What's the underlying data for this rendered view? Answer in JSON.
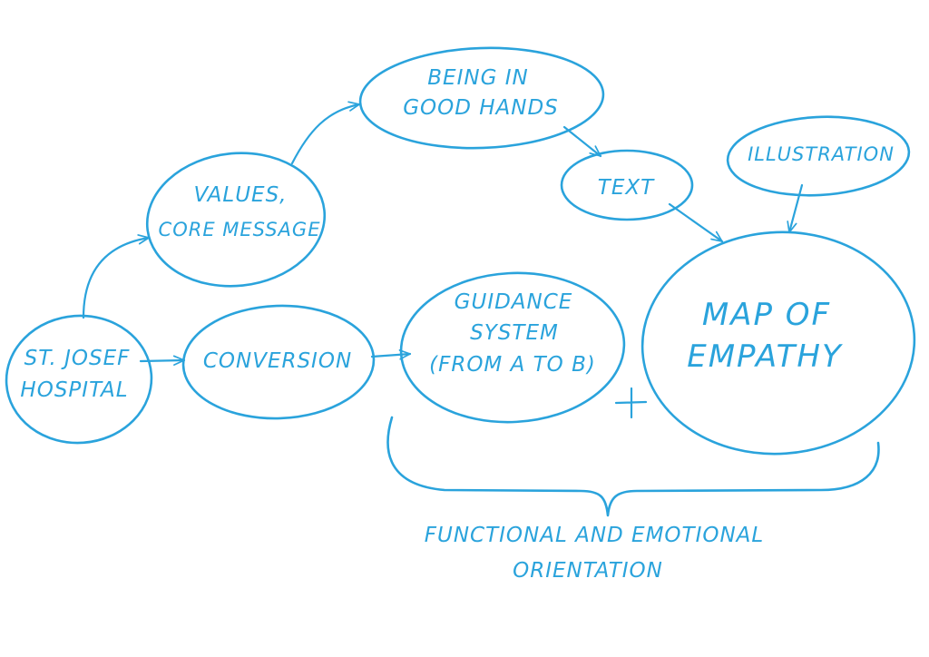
{
  "ink_color": "#2aa3dc",
  "nodes": {
    "hospital": {
      "line1": "ST. JOSEF",
      "line2": "HOSPITAL"
    },
    "values": {
      "line1": "VALUES,",
      "line2": "CORE MESSAGE"
    },
    "good_hands": {
      "line1": "BEING IN",
      "line2": "GOOD HANDS"
    },
    "text": {
      "line1": "TEXT"
    },
    "illustration": {
      "line1": "ILLUSTRATION"
    },
    "conversion": {
      "line1": "CONVERSION"
    },
    "guidance": {
      "line1": "GUIDANCE",
      "line2": "SYSTEM",
      "line3": "(FROM A TO B)"
    },
    "empathy": {
      "line1": "MAP OF",
      "line2": "EMPATHY"
    }
  },
  "plus_sign": "+",
  "bracket_label": {
    "line1": "FUNCTIONAL AND EMOTIONAL",
    "line2": "ORIENTATION"
  }
}
